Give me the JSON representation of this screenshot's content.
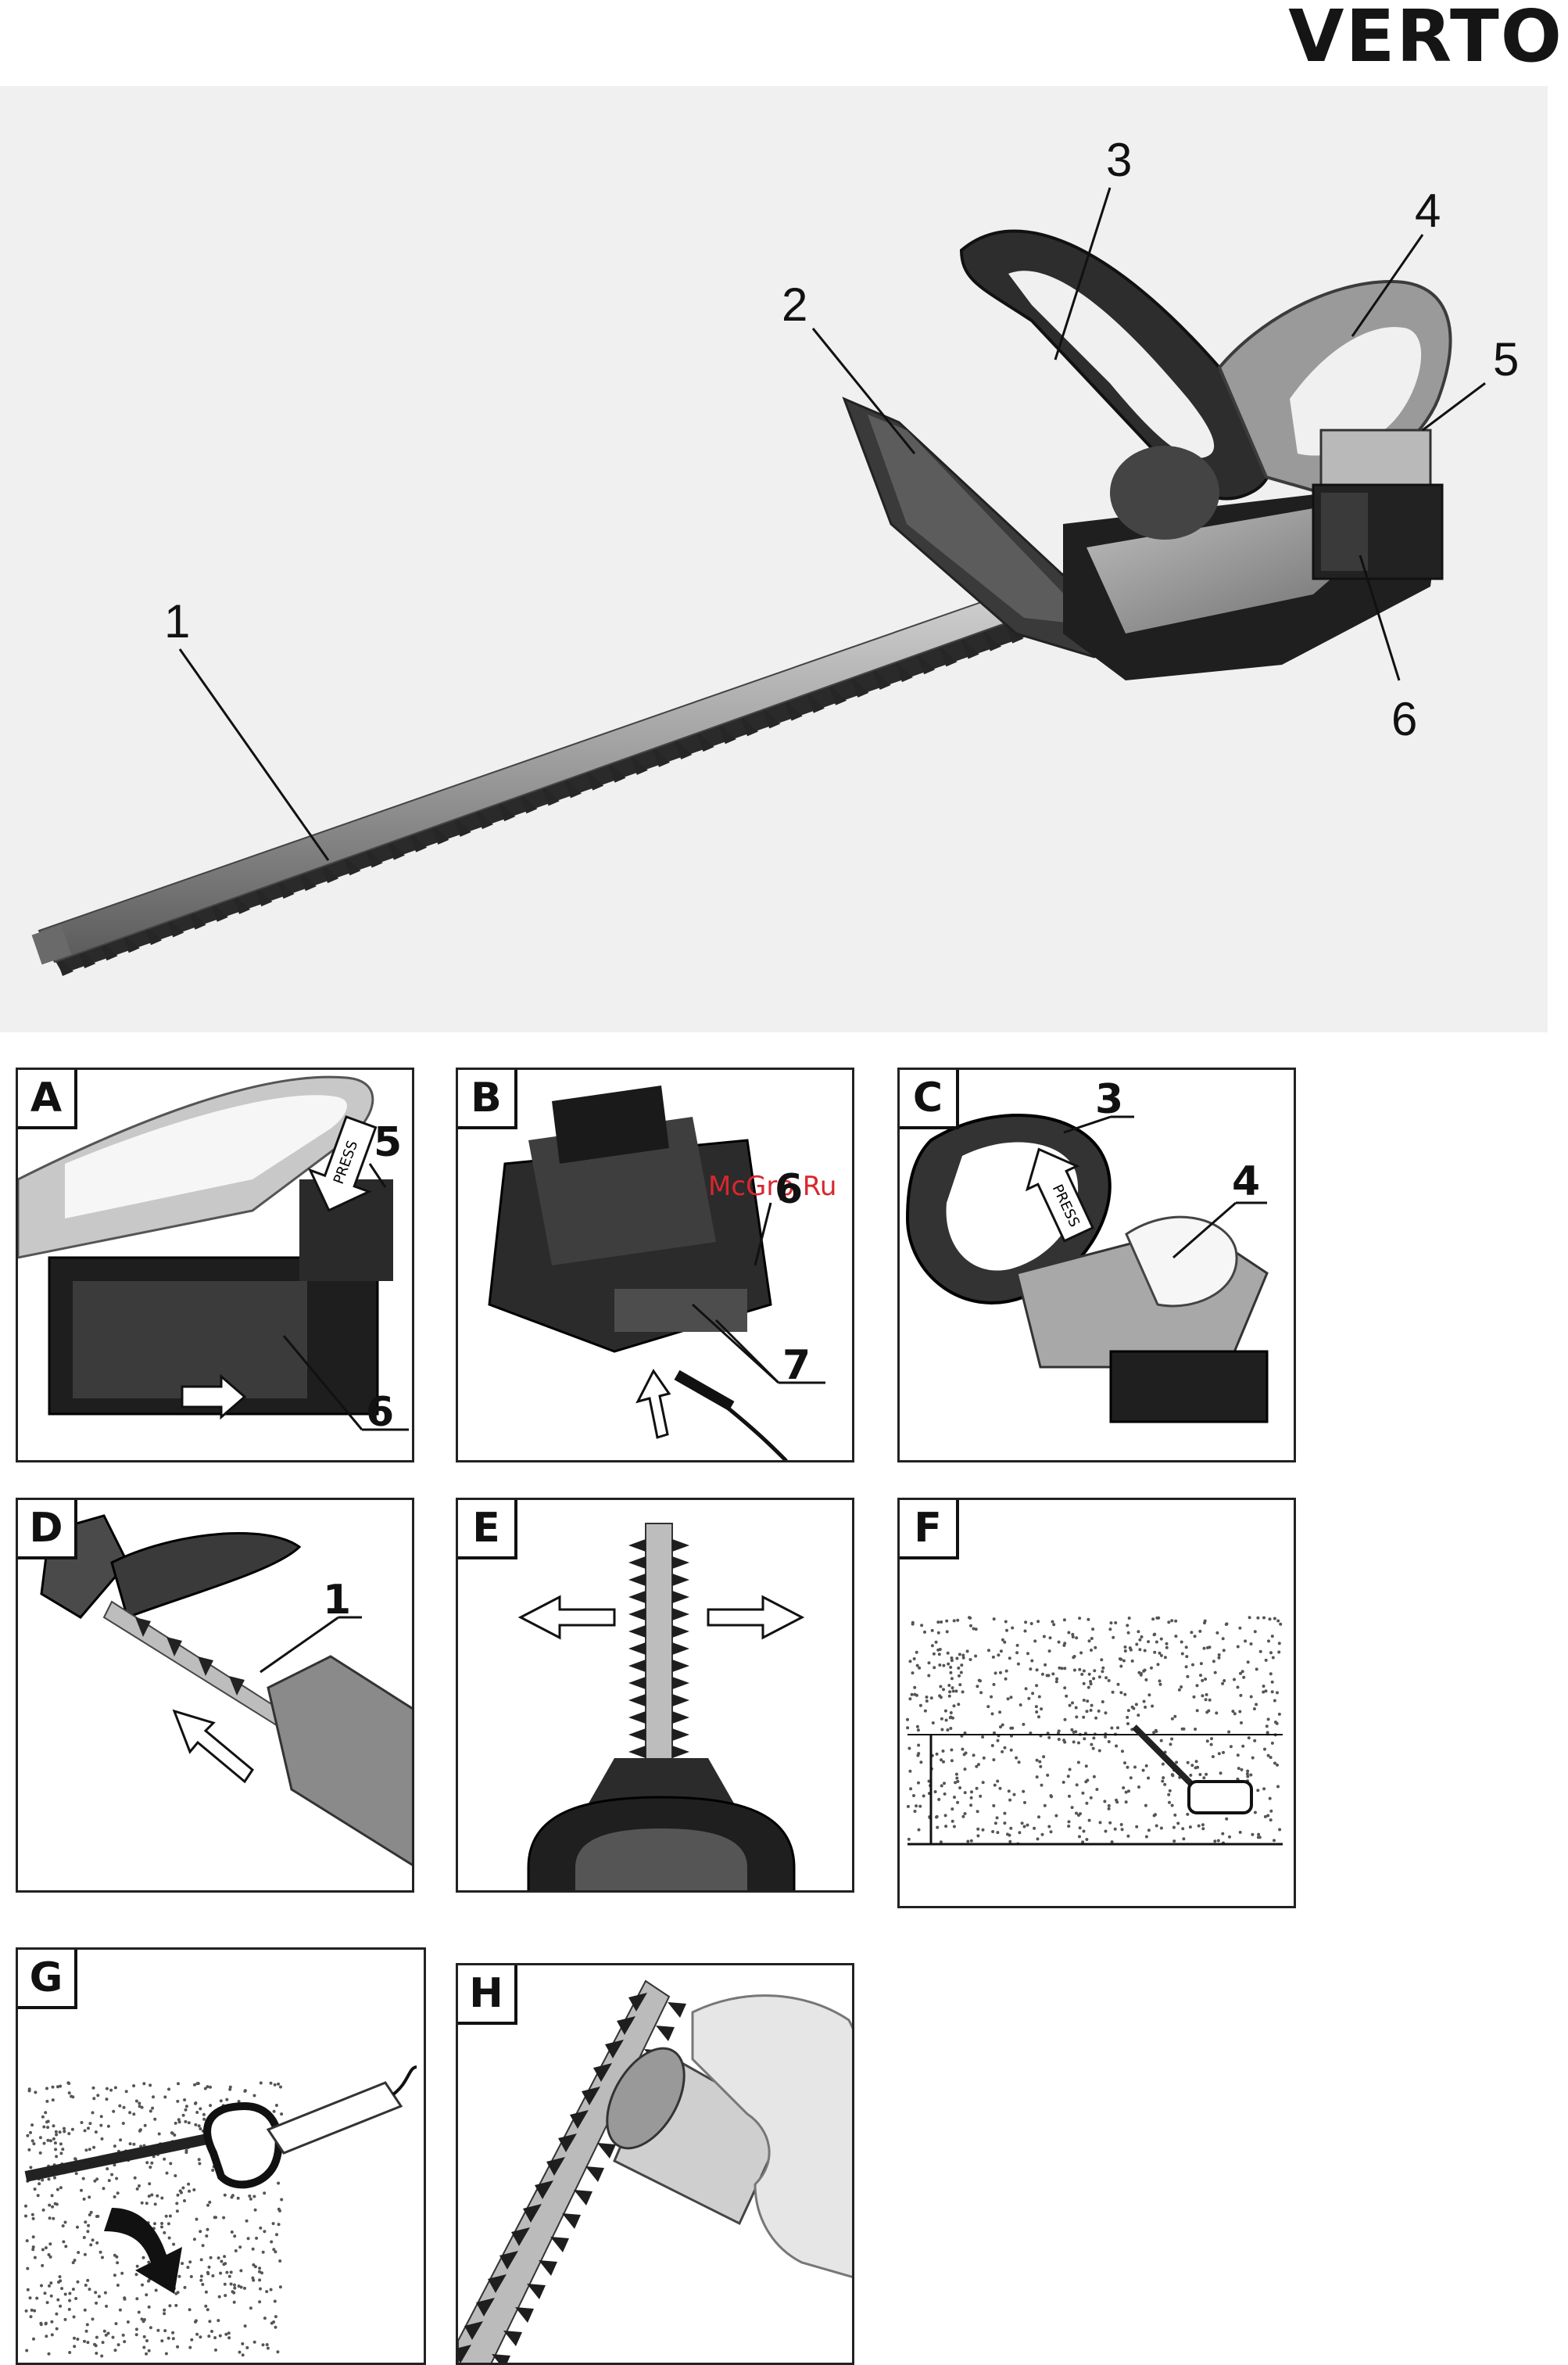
{
  "brand": "VERTO",
  "hero_callouts": [
    "1",
    "2",
    "3",
    "4",
    "5",
    "6"
  ],
  "panels": {
    "A": {
      "label": "A",
      "callouts": [
        "5",
        "6"
      ],
      "press": "PRESS"
    },
    "B": {
      "label": "B",
      "callouts": [
        "6",
        "7"
      ],
      "watermark": "McGrp.Ru"
    },
    "C": {
      "label": "C",
      "callouts": [
        "3",
        "4"
      ],
      "press": "PRESS"
    },
    "D": {
      "label": "D",
      "callouts": [
        "1"
      ]
    },
    "E": {
      "label": "E"
    },
    "F": {
      "label": "F"
    },
    "G": {
      "label": "G"
    },
    "H": {
      "label": "H"
    }
  }
}
